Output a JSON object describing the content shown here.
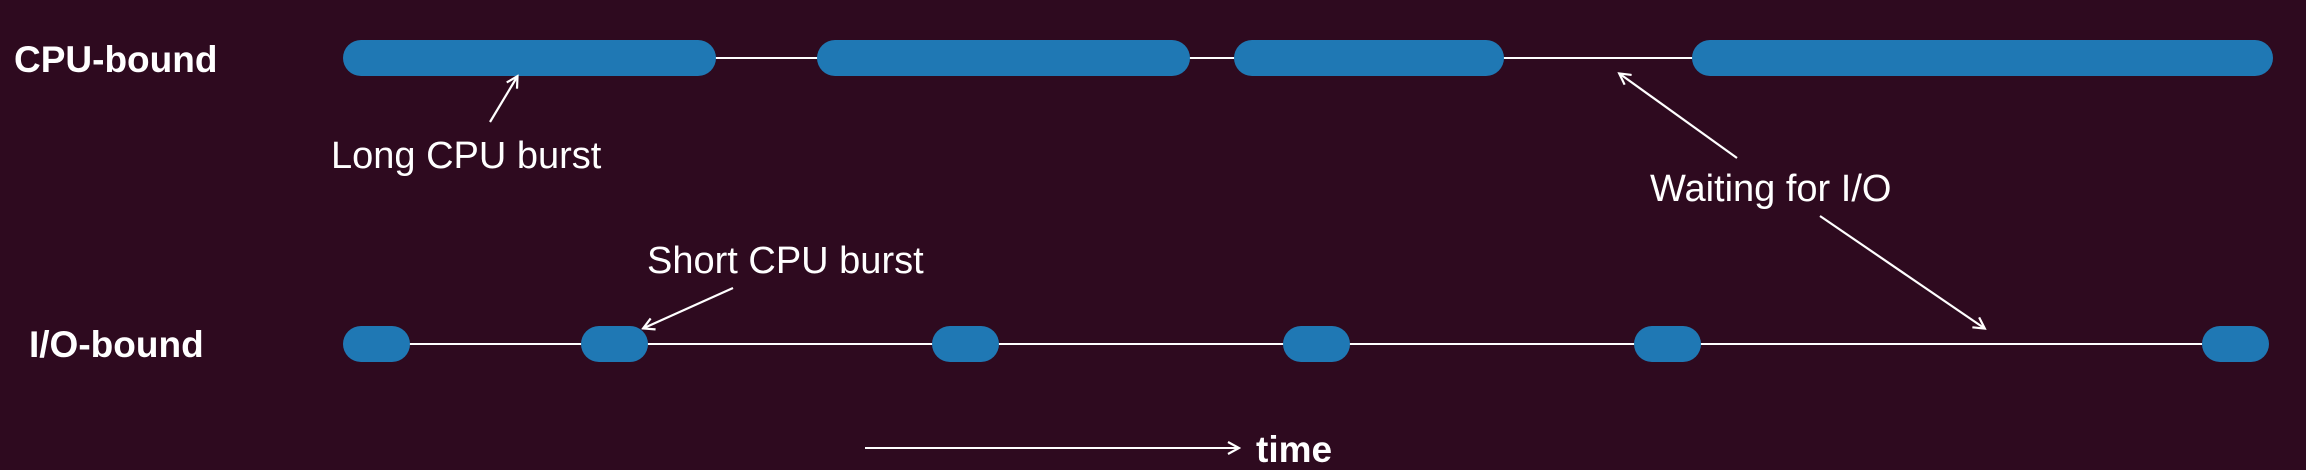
{
  "colors": {
    "background": "#2e0a1f",
    "burst": "#1f78b4",
    "line": "#ffffff",
    "text": "#ffffff"
  },
  "rows": {
    "cpu_bound": {
      "label": "CPU-bound",
      "bursts": 4
    },
    "io_bound": {
      "label": "I/O-bound",
      "bursts": 6
    }
  },
  "annotations": {
    "long_burst": "Long CPU burst",
    "short_burst": "Short CPU burst",
    "waiting_io": "Waiting for I/O"
  },
  "axis": {
    "label": "time"
  }
}
